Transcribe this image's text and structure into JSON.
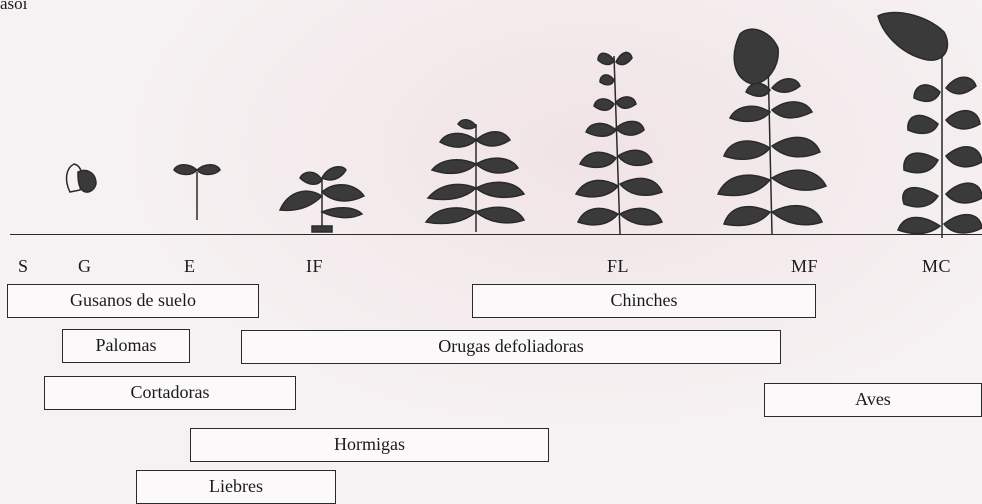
{
  "corner_text": "asoi",
  "stages": [
    {
      "id": "S",
      "label": "S"
    },
    {
      "id": "G",
      "label": "G"
    },
    {
      "id": "E",
      "label": "E"
    },
    {
      "id": "IF",
      "label": "IF"
    },
    {
      "id": "FL",
      "label": "FL"
    },
    {
      "id": "MF",
      "label": "MF"
    },
    {
      "id": "MC",
      "label": "MC"
    }
  ],
  "pests": [
    {
      "id": "gusanos-de-suelo",
      "label": "Gusanos de suelo"
    },
    {
      "id": "chinches",
      "label": "Chinches"
    },
    {
      "id": "palomas",
      "label": "Palomas"
    },
    {
      "id": "orugas-defoliadoras",
      "label": "Orugas defoliadoras"
    },
    {
      "id": "cortadoras",
      "label": "Cortadoras"
    },
    {
      "id": "aves",
      "label": "Aves"
    },
    {
      "id": "hormigas",
      "label": "Hormigas"
    },
    {
      "id": "liebres",
      "label": "Liebres"
    }
  ],
  "colors": {
    "ink": "#2a2a2a",
    "plant": "#3a3a3a",
    "paper": "#f6f2f3"
  }
}
